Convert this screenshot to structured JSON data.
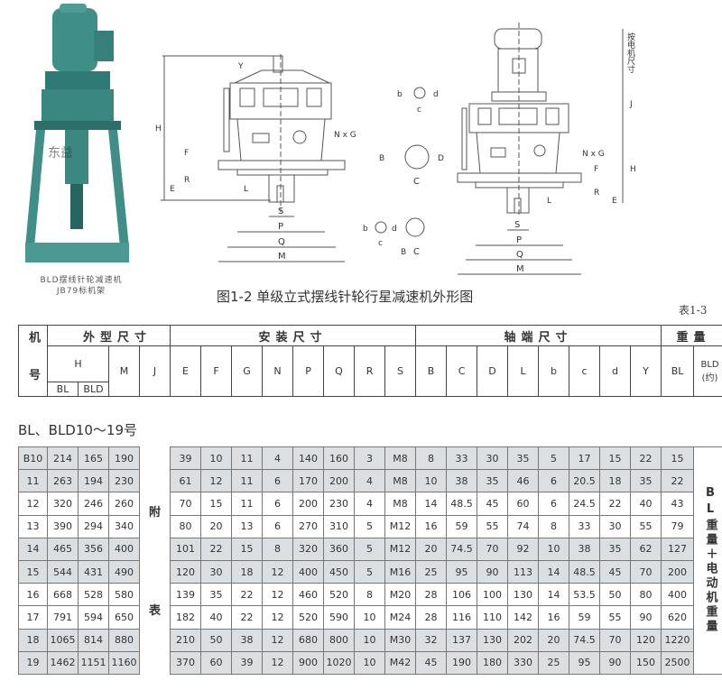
{
  "photo_caption": [
    "BLD摆线针轮减速机",
    "JB79标机架"
  ],
  "photo_watermark": "东益",
  "figure_title": "图1-2  单级立式摆线针轮行星减速机外形图",
  "table_number": "表1-3",
  "drawing1_labels": {
    "H": "H",
    "Y": "Y",
    "NxG": "N x G",
    "F": "F",
    "R": "R",
    "E": "E",
    "L": "L",
    "S": "S",
    "P": "P",
    "Q": "Q",
    "M": "M",
    "b": "b",
    "c": "c",
    "d": "d",
    "B": "B",
    "C": "C"
  },
  "drawing2_labels": {
    "motor": "按电机尺寸",
    "J": "J",
    "H": "H",
    "NxG": "N x G",
    "F": "F",
    "R": "R",
    "E": "E",
    "L": "L",
    "S": "S",
    "P": "P",
    "Q": "Q",
    "M": "M",
    "b": "b",
    "c": "c",
    "d": "d",
    "B": "B",
    "C": "C",
    "D": "D"
  },
  "header": {
    "model": "机 号",
    "group_outline": "外型尺寸",
    "group_install": "安装尺寸",
    "group_shaft": "轴端尺寸",
    "group_weight": "重量",
    "H": "H",
    "H_BL": "BL",
    "H_BLD": "BLD",
    "M": "M",
    "J": "J",
    "install_cols": [
      "E",
      "F",
      "G",
      "N",
      "P",
      "Q",
      "R",
      "S"
    ],
    "shaft_cols": [
      "B",
      "C",
      "D",
      "L",
      "b",
      "c",
      "d",
      "Y"
    ],
    "w_BL": "BL",
    "w_BLD": "BLD\n(约)"
  },
  "section_title": "BL、BLD10～19号",
  "appendix_label": [
    "附",
    "表"
  ],
  "bld_weight_note": "BL重量＋电动机重量",
  "rows": [
    [
      "B10",
      "214",
      "165",
      "190",
      "39",
      "10",
      "11",
      "4",
      "140",
      "160",
      "3",
      "M8",
      "8",
      "33",
      "30",
      "35",
      "5",
      "17",
      "15",
      "22",
      "15"
    ],
    [
      "11",
      "263",
      "194",
      "230",
      "61",
      "12",
      "11",
      "6",
      "170",
      "200",
      "4",
      "M8",
      "10",
      "38",
      "35",
      "46",
      "6",
      "20.5",
      "18",
      "35",
      "22"
    ],
    [
      "12",
      "320",
      "246",
      "260",
      "70",
      "15",
      "11",
      "6",
      "200",
      "230",
      "4",
      "M8",
      "14",
      "48.5",
      "45",
      "60",
      "6",
      "24.5",
      "22",
      "40",
      "43"
    ],
    [
      "13",
      "390",
      "294",
      "340",
      "80",
      "20",
      "13",
      "6",
      "270",
      "310",
      "5",
      "M12",
      "16",
      "59",
      "55",
      "74",
      "8",
      "33",
      "30",
      "55",
      "79"
    ],
    [
      "14",
      "465",
      "356",
      "400",
      "101",
      "22",
      "15",
      "8",
      "320",
      "360",
      "5",
      "M12",
      "20",
      "74.5",
      "70",
      "92",
      "10",
      "38",
      "35",
      "62",
      "127"
    ],
    [
      "15",
      "544",
      "431",
      "490",
      "120",
      "30",
      "18",
      "12",
      "400",
      "450",
      "5",
      "M16",
      "25",
      "95",
      "90",
      "113",
      "14",
      "48.5",
      "45",
      "70",
      "200"
    ],
    [
      "16",
      "668",
      "528",
      "580",
      "139",
      "35",
      "22",
      "12",
      "460",
      "520",
      "8",
      "M20",
      "28",
      "106",
      "100",
      "130",
      "14",
      "53.5",
      "50",
      "80",
      "400"
    ],
    [
      "17",
      "791",
      "594",
      "650",
      "182",
      "40",
      "22",
      "12",
      "520",
      "590",
      "10",
      "M24",
      "28",
      "116",
      "110",
      "142",
      "16",
      "59",
      "55",
      "90",
      "620"
    ],
    [
      "18",
      "1065",
      "814",
      "880",
      "210",
      "50",
      "38",
      "12",
      "680",
      "800",
      "10",
      "M30",
      "32",
      "137",
      "130",
      "202",
      "20",
      "74.5",
      "70",
      "120",
      "1220"
    ],
    [
      "19",
      "1462",
      "1151",
      "1160",
      "370",
      "60",
      "39",
      "12",
      "900",
      "1020",
      "10",
      "M42",
      "45",
      "190",
      "180",
      "330",
      "25",
      "95",
      "90",
      "150",
      "2500"
    ]
  ],
  "colors": {
    "row_shade": "#dcdfe1",
    "machine_teal": "#3f8e88"
  }
}
